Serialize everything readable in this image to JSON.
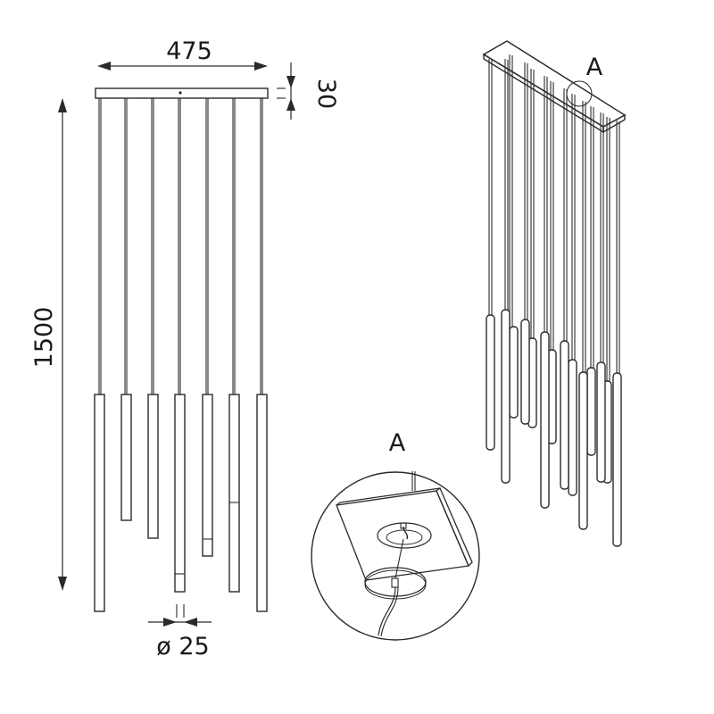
{
  "dimensions": {
    "width_label": "475",
    "height_label": "1500",
    "canopy_label": "30",
    "diameter_label": "ø 25"
  },
  "callouts": {
    "detail_marker": "A",
    "detail_title": "A"
  },
  "pendant_count": 7
}
